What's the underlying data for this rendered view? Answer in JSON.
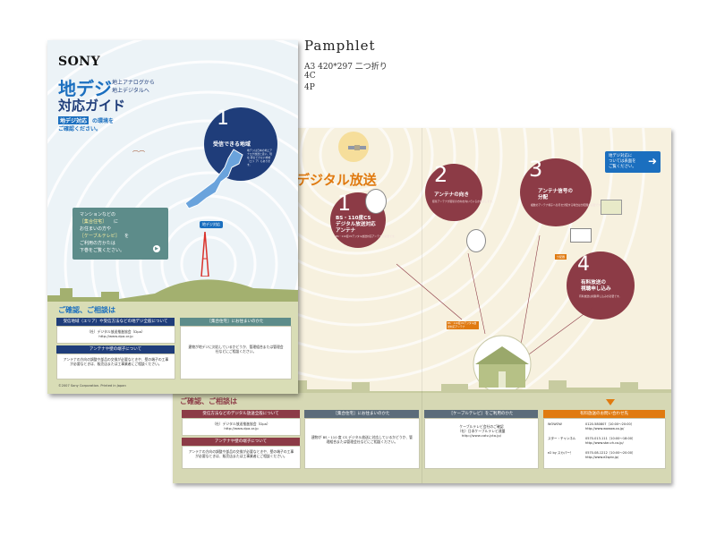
{
  "caption": {
    "title": "Pamphlet",
    "size": "A3 420*297 二つ折り",
    "colors": "4C",
    "pages": "4P"
  },
  "cover": {
    "brand": "SONY",
    "title_main": "地デジ",
    "title_side1": "地上アナログから",
    "title_side2": "地上デジタルへ",
    "title_sub": "対応ガイド",
    "tag": "地デジ対応",
    "tag_after": "の環境を",
    "check": "ご確認ください。",
    "bubble_number": "1",
    "bubble_title": "受信できる地域",
    "bubble_text": "地デジは日本の地上ア ナログ放送と違い、現在 受信できない地域（エリ ア）もあります。",
    "map_label": "地デジ対応",
    "mansion_line1": "マンションなどの",
    "mansion_highlight1": "［集合住宅］",
    "mansion_after1": "に",
    "mansion_line2": "お住まいの方や",
    "mansion_highlight2": "［ケーブルテレビ］",
    "mansion_after2": "を",
    "mansion_line3": "ご利用の方かたは",
    "mansion_line4": "下巻をご覧ください。",
    "inquiry_title": "ご確認、ご相談は",
    "box1_header": "受信地域（エリア）や受信方法などの地デジ全般について",
    "box1_text1": "（社）デジタル放送推進協会（Dpa）",
    "box1_text2": "http://www.dpa.or.jp",
    "box2_header": "アンテナや壁の端子について",
    "box2_text": "アンテナの方向の調整や部品の交換が必要なときや、壁の端子の工事が必要なときは、販売店または工事業者にご相談ください。",
    "box3_header": "［集合住宅］にお住まいのかた",
    "box3_text": "建物が地デジに対応しているかどうか、管理組合または管理会社などにご相談ください。",
    "footer": "©2007 Sony Corporation. Printed in Japan"
  },
  "spread": {
    "title": "デジタル放送",
    "arrow_note1": "地デジ対応に",
    "arrow_note2": "ついては表面を",
    "arrow_note3": "ご覧ください。",
    "c1_number": "1",
    "c1_title1": "BS・110度CS",
    "c1_title2": "デジタル放送対応",
    "c1_title3": "アンテナ",
    "c1_text": "BS・110度CSデジタル放送対応アンテナが必要です。",
    "c2_number": "2",
    "c2_title": "アンテナの向き",
    "c2_text": "衛星アンテナが衛星の方向を向いているか確認します。",
    "c3_number": "3",
    "c3_title1": "アンテナ信号の",
    "c3_title2": "分配",
    "c3_text": "複数のアンテナ端子へ信号を分配する場合は分配器が必要です。",
    "c4_number": "4",
    "c4_title1": "有料放送の",
    "c4_title2": "視聴申し込み",
    "c4_text": "有料放送は視聴申し込みが必要です。",
    "tag_distributor": "分配器",
    "tag_antenna": "BS・110度CSデジタル放送対応アンテナ",
    "inquiry_title": "ご確認、ご相談は",
    "b1_header": "受信方法などのデジタル放送全般について",
    "b1_text1": "（社）デジタル放送推進協会（Dpa）",
    "b1_text2": "http://www.dpa.or.jp",
    "b2_header": "アンテナや壁の端子について",
    "b2_text": "アンテナの方向の調整や部品の交換が必要なときや、壁の端子の工事が必要なときは、販売店または工事業者にご相談ください。",
    "b3_header": "［集合住宅］にお住まいのかた",
    "b3_text": "建物が BS・110 度 CS デジタル放送に対応しているかどうか、管理組合または管理会社などにご相談ください。",
    "b4_header": "［ケーブルテレビ］をご利用のかた",
    "b4_text1": "ケーブルテレビ会社のご確認",
    "b4_text2": "（社）日本ケーブルテレビ連盟",
    "b4_text3": "http://www.catv-jcta.jp/",
    "b5_header": "有料放送のお問い合わせ先",
    "b5_row1": "WOWOW",
    "b5_row1_val": "0120-580807（10:00〜20:00）",
    "b5_row1_url": "http://www.wowow.co.jp/",
    "b5_row2": "スター・チャンネル",
    "b5_row2_val": "0570-013-111（10:00〜18:00）",
    "b5_row2_url": "http://www.star-ch.co.jp/",
    "b5_row3": "e2 by スカパー！",
    "b5_row3_val": "0570-08-1212（10:00〜20:00）",
    "b5_row3_url": "http://www.e2sptv.jp/"
  },
  "colors": {
    "maroon": "#8c3b46",
    "navy": "#1f3d7a",
    "blue": "#1b6fbf",
    "orange": "#e07a10",
    "green": "#97a75c"
  }
}
